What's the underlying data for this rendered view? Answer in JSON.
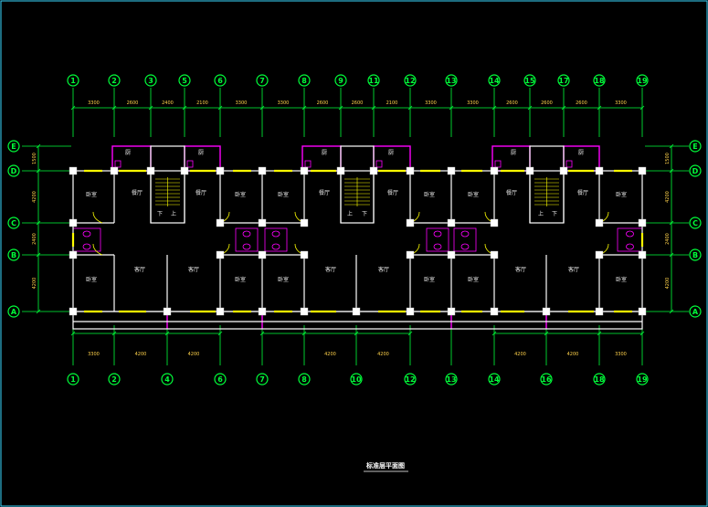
{
  "title": "标准层平面图",
  "axes_top": [
    "1",
    "2",
    "3",
    "5",
    "6",
    "7",
    "8",
    "9",
    "11",
    "12",
    "13",
    "14",
    "15",
    "17",
    "18",
    "19"
  ],
  "axes_bottom": [
    "1",
    "2",
    "4",
    "6",
    "7",
    "8",
    "10",
    "12",
    "13",
    "14",
    "16",
    "18",
    "19"
  ],
  "axes_rows": [
    "E",
    "D",
    "C",
    "B",
    "A"
  ],
  "dims_top": [
    "3300",
    "2600",
    "2400",
    "2100",
    "3300",
    "3300",
    "2600",
    "2600",
    "2100",
    "3300",
    "3300",
    "2600",
    "2600",
    "2600",
    "3300"
  ],
  "dims_bottom": [
    "3300",
    "4200",
    "4200",
    "4200",
    "4200",
    "4200",
    "4200",
    "3300"
  ],
  "dims_side": [
    "1500",
    "4200",
    "2400",
    "4200"
  ],
  "rooms": {
    "bedroom": "卧室",
    "dining": "餐厅",
    "living": "客厅",
    "kitchen": "厨",
    "up": "上",
    "down": "下"
  },
  "colors": {
    "background": "#000000",
    "axis": "#00ff3a",
    "wall": "#ffffff",
    "window": "#ffff00",
    "fixture": "#ff00ff",
    "dimension_text": "#ffd24a"
  }
}
